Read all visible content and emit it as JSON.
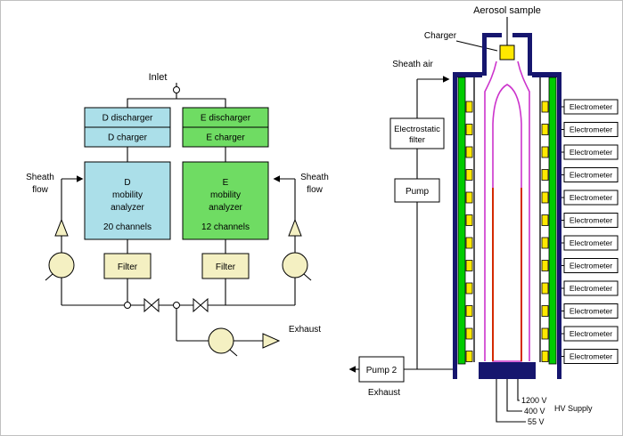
{
  "colors": {
    "cyan": "#abdfe9",
    "green": "#6fdc63",
    "cream": "#f4f0c2",
    "navy": "#16166e",
    "column_green": "#00cc00",
    "yellow": "#ffe800",
    "magenta": "#cc33cc",
    "red": "#d42a00"
  },
  "left": {
    "inlet_label": "Inlet",
    "sheath_flow_line1": "Sheath",
    "sheath_flow_line2": "flow",
    "d_discharger_label": "D discharger",
    "d_charger_label": "D charger",
    "e_discharger_label": "E discharger",
    "e_charger_label": "E charger",
    "d_analyzer": {
      "line1": "D",
      "line2": "mobility",
      "line3": "analyzer",
      "channels": "20 channels"
    },
    "e_analyzer": {
      "line1": "E",
      "line2": "mobility",
      "line3": "analyzer",
      "channels": "12 channels"
    },
    "filter_label": "Filter",
    "exhaust_label": "Exhaust"
  },
  "right": {
    "aerosol_sample_label": "Aerosol sample",
    "charger_label": "Charger",
    "sheath_air_label": "Sheath air",
    "electrostatic_filter_line1": "Electrostatic",
    "electrostatic_filter_line2": "filter",
    "pump_label": "Pump",
    "pump2_label": "Pump 2",
    "exhaust_label": "Exhaust",
    "electrometer_label": "Electrometer",
    "electrometer_count": 12,
    "hv_supply_label": "HV Supply",
    "voltage_labels": [
      "1200 V",
      "400 V",
      "55 V"
    ]
  }
}
